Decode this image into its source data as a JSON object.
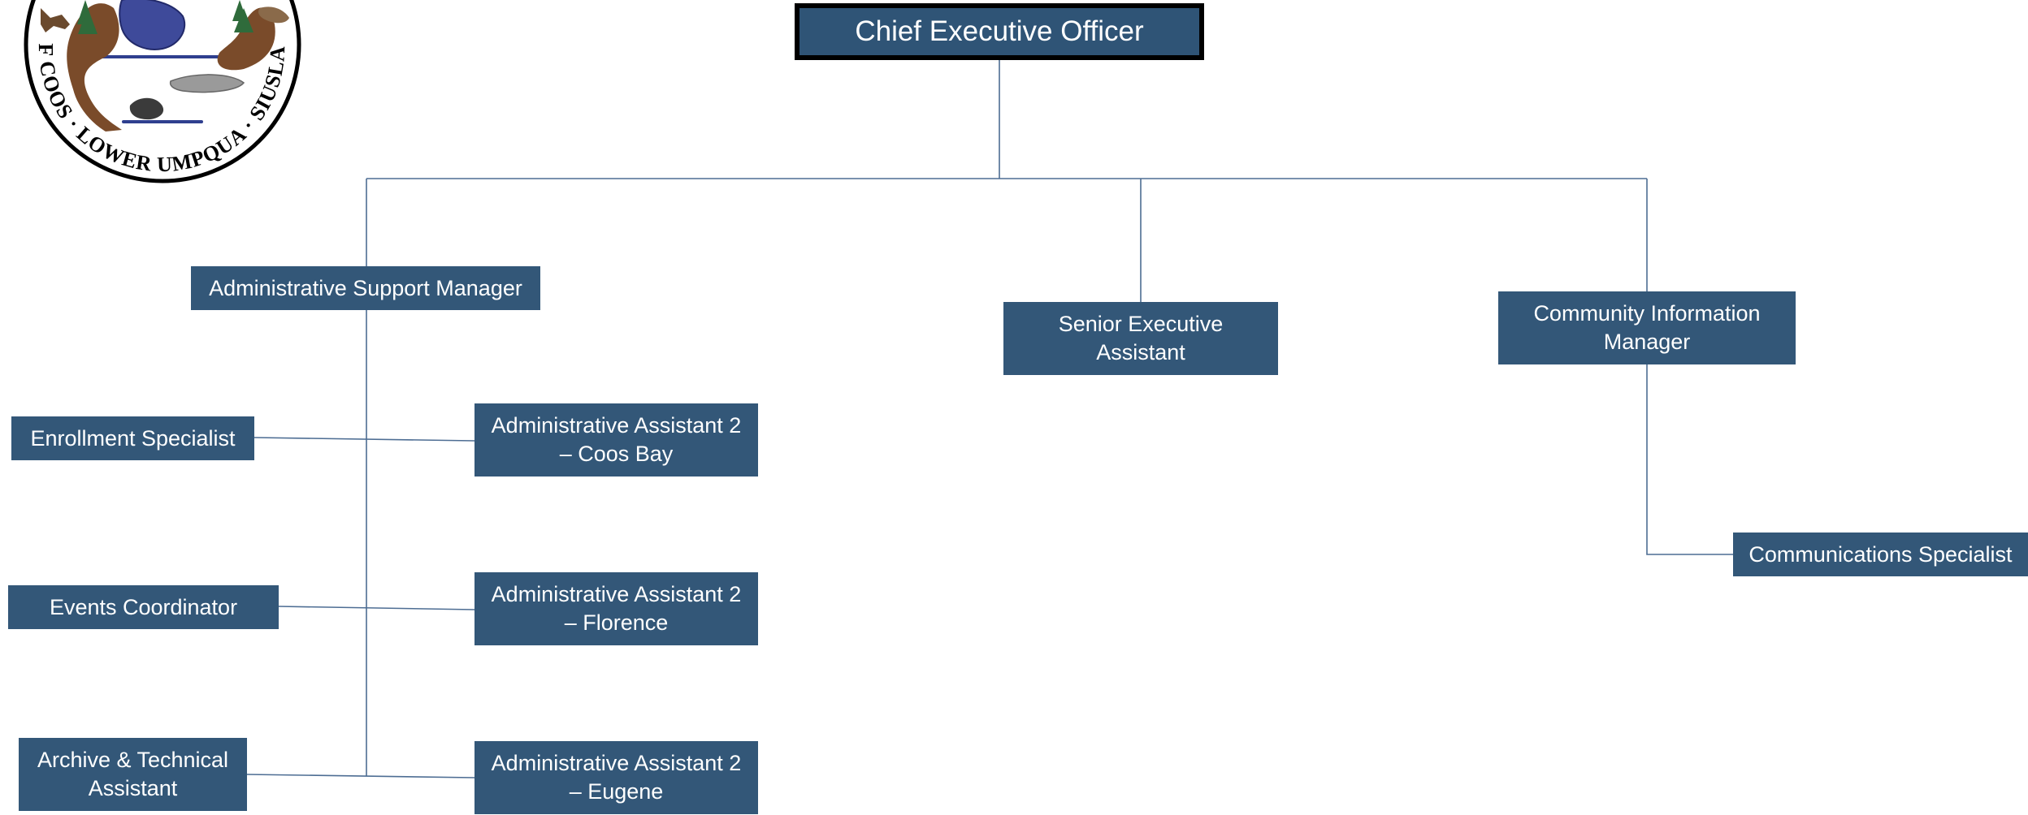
{
  "seal": {
    "ring_text": "OF COOS · LOWER UMPQUA · SIUSLAW",
    "colors": {
      "ring": "#000000",
      "fish": "#3e4a9a",
      "land": "#7a4b2a",
      "trees": "#2f6b3b",
      "water": "#2f3f8f"
    }
  },
  "nodes": {
    "ceo": "Chief Executive Officer",
    "admin_support_manager": "Administrative Support Manager",
    "senior_executive_assistant": "Senior Executive\nAssistant",
    "community_information_manager": "Community Information\nManager",
    "enrollment_specialist": "Enrollment Specialist",
    "admin_assistant_coos_bay": "Administrative Assistant 2\n– Coos Bay",
    "events_coordinator": "Events Coordinator",
    "admin_assistant_florence": "Administrative Assistant 2\n– Florence",
    "archive_technical_assistant": "Archive & Technical\nAssistant",
    "admin_assistant_eugene": "Administrative Assistant 2\n– Eugene",
    "communications_specialist": "Communications Specialist"
  },
  "colors": {
    "box_fill": "#335778",
    "box_text": "#ffffff",
    "root_border": "#000000",
    "connector": "#4d6d93"
  }
}
